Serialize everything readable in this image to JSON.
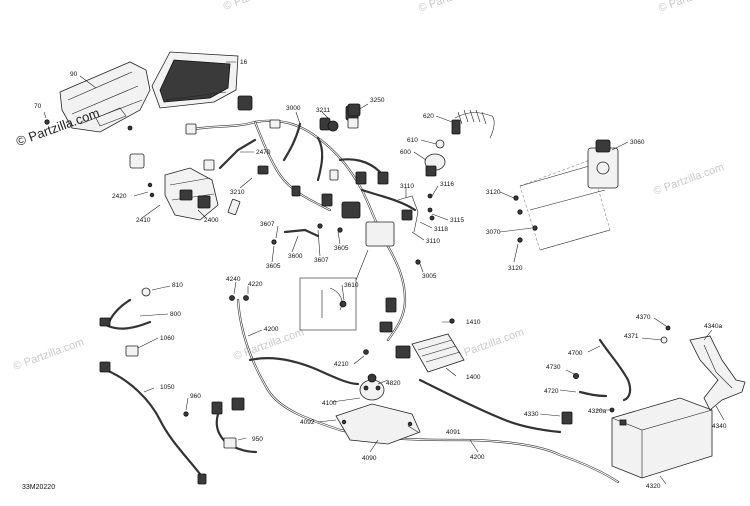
{
  "watermark": "© Partzilla.com",
  "diagram_ref": "33M20220",
  "callouts": {
    "c90": "90",
    "c16": "16",
    "c70": "70",
    "c3000": "3000",
    "c3211": "3211",
    "c3250": "3250",
    "c620": "620",
    "c610": "610",
    "c600": "600",
    "c3060": "3060",
    "c2470": "2470",
    "c3210": "3210",
    "c2420": "2420",
    "c2410": "2410",
    "c2400": "2400",
    "c3110": "3110",
    "c3116": "3116",
    "c3115": "3115",
    "c3118": "3118",
    "c3110b": "3110",
    "c3120": "3120",
    "c3070": "3070",
    "c3120b": "3120",
    "c3607": "3607",
    "c3605": "3605",
    "c3600": "3600",
    "c3607b": "3607",
    "c3605b": "3605",
    "c3005": "3005",
    "c3610": "3610",
    "c4240": "4240",
    "c4220": "4220",
    "c810": "810",
    "c800": "800",
    "c1060": "1060",
    "c4200": "4200",
    "c1410": "1410",
    "c4210": "4210",
    "c4820": "4820",
    "c1400": "1400",
    "c1050": "1050",
    "c960": "960",
    "c4100": "4100",
    "c4092": "4092",
    "c4091": "4091",
    "c4090": "4090",
    "c950": "950",
    "c4200b": "4200",
    "c4370": "4370",
    "c4371": "4371",
    "c4340a": "4340a",
    "c4700": "4700",
    "c4730": "4730",
    "c4720": "4720",
    "c4320a": "4320a",
    "c4330": "4330",
    "c4340": "4340",
    "c4320": "4320"
  }
}
